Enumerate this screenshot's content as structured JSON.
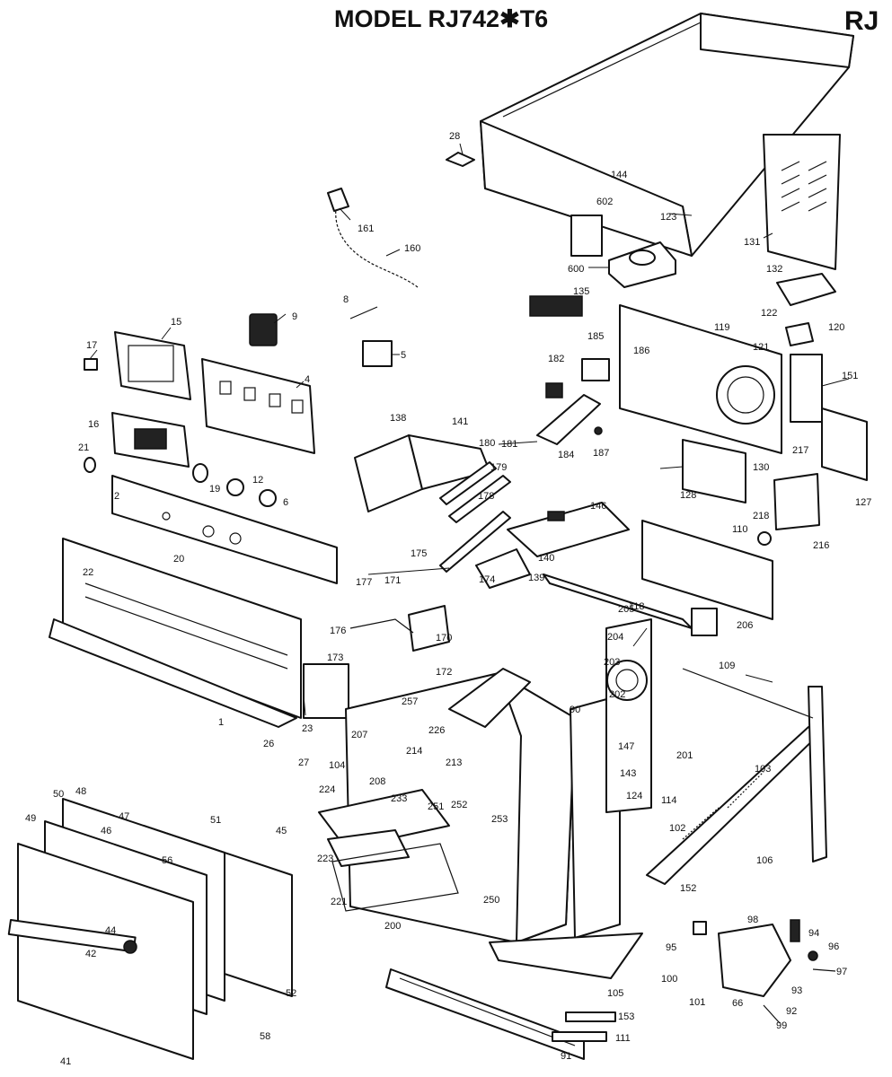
{
  "header": {
    "title": "MODEL  RJ742✱T6",
    "code": "RJ"
  },
  "colors": {
    "ink": "#111111",
    "paper": "#ffffff"
  },
  "labels": [
    "28",
    "144",
    "602",
    "123",
    "131",
    "600",
    "132",
    "161",
    "160",
    "8",
    "135",
    "9",
    "122",
    "120",
    "119",
    "121",
    "15",
    "17",
    "4",
    "5",
    "185",
    "186",
    "182",
    "151",
    "16",
    "138",
    "141",
    "181",
    "184",
    "187",
    "21",
    "180",
    "179",
    "130",
    "217",
    "127",
    "19",
    "12",
    "6",
    "2",
    "178",
    "128",
    "146",
    "218",
    "216",
    "20",
    "175",
    "140",
    "110",
    "139",
    "174",
    "22",
    "177",
    "171",
    "118",
    "176",
    "170",
    "206",
    "205",
    "173",
    "172",
    "204",
    "203",
    "202",
    "109",
    "1",
    "257",
    "226",
    "90",
    "201",
    "23",
    "26",
    "27",
    "104",
    "207",
    "208",
    "214",
    "213",
    "147",
    "143",
    "224",
    "233",
    "251",
    "252",
    "253",
    "124",
    "103",
    "48",
    "47",
    "50",
    "46",
    "45",
    "49",
    "51",
    "114",
    "102",
    "106",
    "56",
    "223",
    "221",
    "152",
    "250",
    "200",
    "44",
    "98",
    "94",
    "95",
    "42",
    "96",
    "97",
    "52",
    "100",
    "93",
    "101",
    "66",
    "92",
    "105",
    "58",
    "99",
    "41",
    "153",
    "111",
    "91"
  ]
}
